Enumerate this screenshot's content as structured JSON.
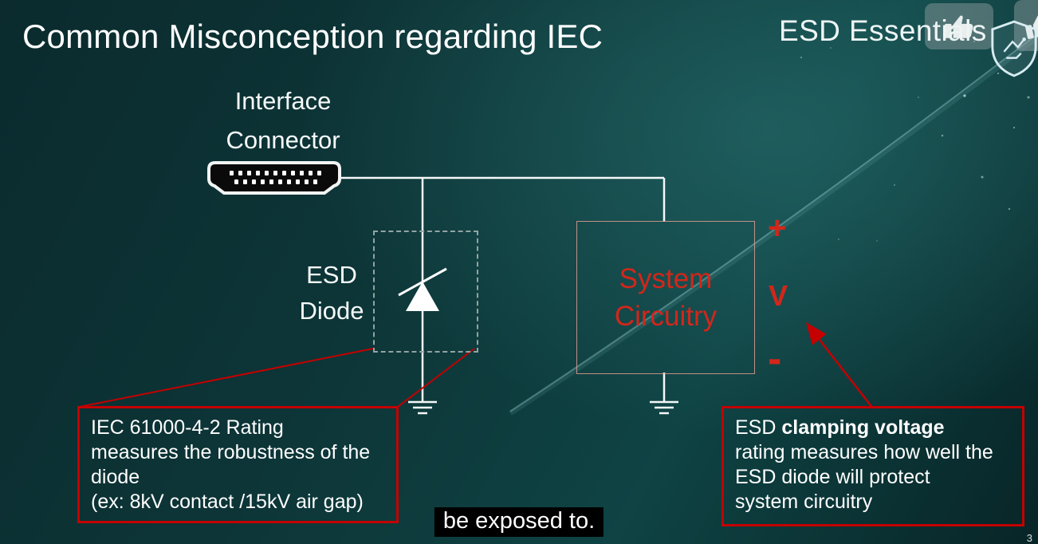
{
  "colors": {
    "accent-red": "#d3261a",
    "callout-red": "#c40000",
    "wire-white": "#f5f8f8",
    "background-teal": "#0d3839"
  },
  "header": {
    "title": "Common Misconception regarding IEC",
    "brand": "ESD Essentials",
    "like_icon": "thumbs-up-icon",
    "logo_icon": "esd-shield-icon",
    "page_number": "3"
  },
  "diagram": {
    "interface_connector": {
      "line1": "Interface",
      "line2": "Connector"
    },
    "esd_diode": {
      "line1": "ESD",
      "line2": "Diode"
    },
    "system_circuitry": {
      "line1": "System",
      "line2": "Circuitry"
    },
    "voltage_plus": "+",
    "voltage_v": "V",
    "voltage_minus": "-"
  },
  "callouts": {
    "iec": {
      "lines": [
        "IEC 61000-4-2 Rating",
        "measures the robustness of the",
        "diode",
        "(ex: 8kV contact /15kV air gap)"
      ]
    },
    "clamping": {
      "line1_regular": "ESD ",
      "line1_bold": "clamping voltage",
      "lines": [
        "rating measures how well the",
        "ESD diode will protect",
        "system circuitry"
      ]
    }
  },
  "caption": {
    "text": "be exposed to."
  }
}
